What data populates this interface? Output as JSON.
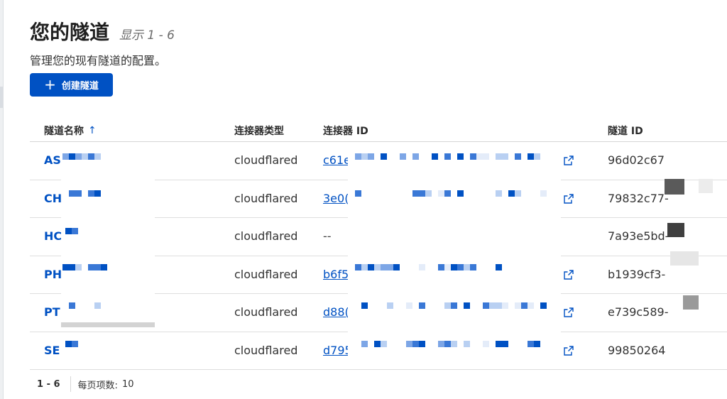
{
  "header": {
    "title": "您的隧道",
    "subtitle": "显示 1 - 6",
    "description": "管理您的现有隧道的配置。"
  },
  "toolbar": {
    "create_label": "创建隧道"
  },
  "table": {
    "columns": {
      "name": "隧道名称",
      "type": "连接器类型",
      "connector_id": "连接器 ID",
      "tunnel_id": "隧道 ID"
    },
    "rows": [
      {
        "name": "AS",
        "type": "cloudflared",
        "connector_id": "c61e",
        "tunnel_id": "96d02c67"
      },
      {
        "name": "CH",
        "type": "cloudflared",
        "connector_id": "3e0(",
        "tunnel_id": "79832c77-"
      },
      {
        "name": "HC",
        "type": "cloudflared",
        "connector_id": "--",
        "tunnel_id": "7a93e5bd-"
      },
      {
        "name": "PH",
        "type": "cloudflared",
        "connector_id": "b6f5",
        "tunnel_id": "b1939cf3-"
      },
      {
        "name": "PT",
        "type": "cloudflared",
        "connector_id": "d88(",
        "tunnel_id": "e739c589-"
      },
      {
        "name": "SE",
        "type": "cloudflared",
        "connector_id": "d795",
        "tunnel_id": "99850264"
      }
    ]
  },
  "footer": {
    "range": "1 - 6",
    "per_page_label": "每页项数:",
    "per_page_value": "10"
  },
  "colors": {
    "accent": "#0051c3",
    "text": "#222222",
    "border": "#d6d6d6"
  },
  "icons": {
    "sort": "arrow-up-icon",
    "create": "plus-icon",
    "external": "external-link-icon"
  }
}
